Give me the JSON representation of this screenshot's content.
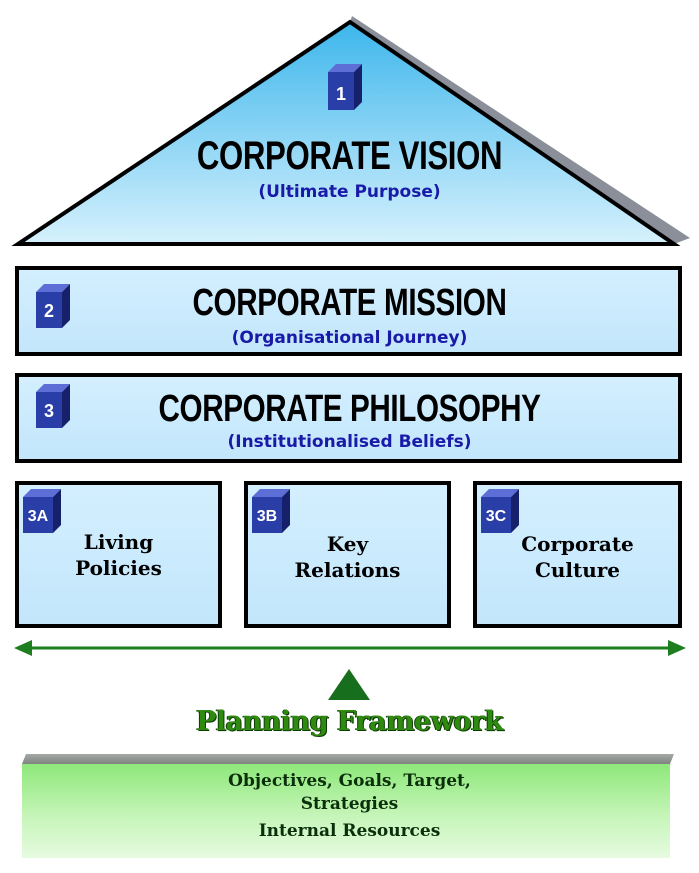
{
  "vision": {
    "number": "1",
    "title": "CORPORATE VISION",
    "subtitle": "(Ultimate Purpose)"
  },
  "mission": {
    "number": "2",
    "title": "CORPORATE MISSION",
    "subtitle": "(Organisational Journey)"
  },
  "philosophy": {
    "number": "3",
    "title": "CORPORATE PHILOSOPHY",
    "subtitle": "(Institutionalised Beliefs)"
  },
  "pillars": [
    {
      "number": "3A",
      "line1": "Living",
      "line2": "Policies"
    },
    {
      "number": "3B",
      "line1": "Key",
      "line2": "Relations"
    },
    {
      "number": "3C",
      "line1": "Corporate",
      "line2": "Culture"
    }
  ],
  "framework": {
    "label": "Planning Framework"
  },
  "foundation": {
    "line1": "Objectives, Goals, Target,",
    "line2": "Strategies",
    "line3": "Internal Resources"
  },
  "colors": {
    "box_fill": "#c8e9fc",
    "arrow": "#1e7d1e",
    "cube": "#2a3ea8",
    "subtitle": "#1a1aa8",
    "framework_text": "#2f8a10",
    "foundation_fill": "#b8f0a8"
  },
  "icons": {
    "cube": "numbered-cube-icon",
    "arrow": "double-headed-arrow-icon",
    "triangle": "up-triangle-icon"
  }
}
